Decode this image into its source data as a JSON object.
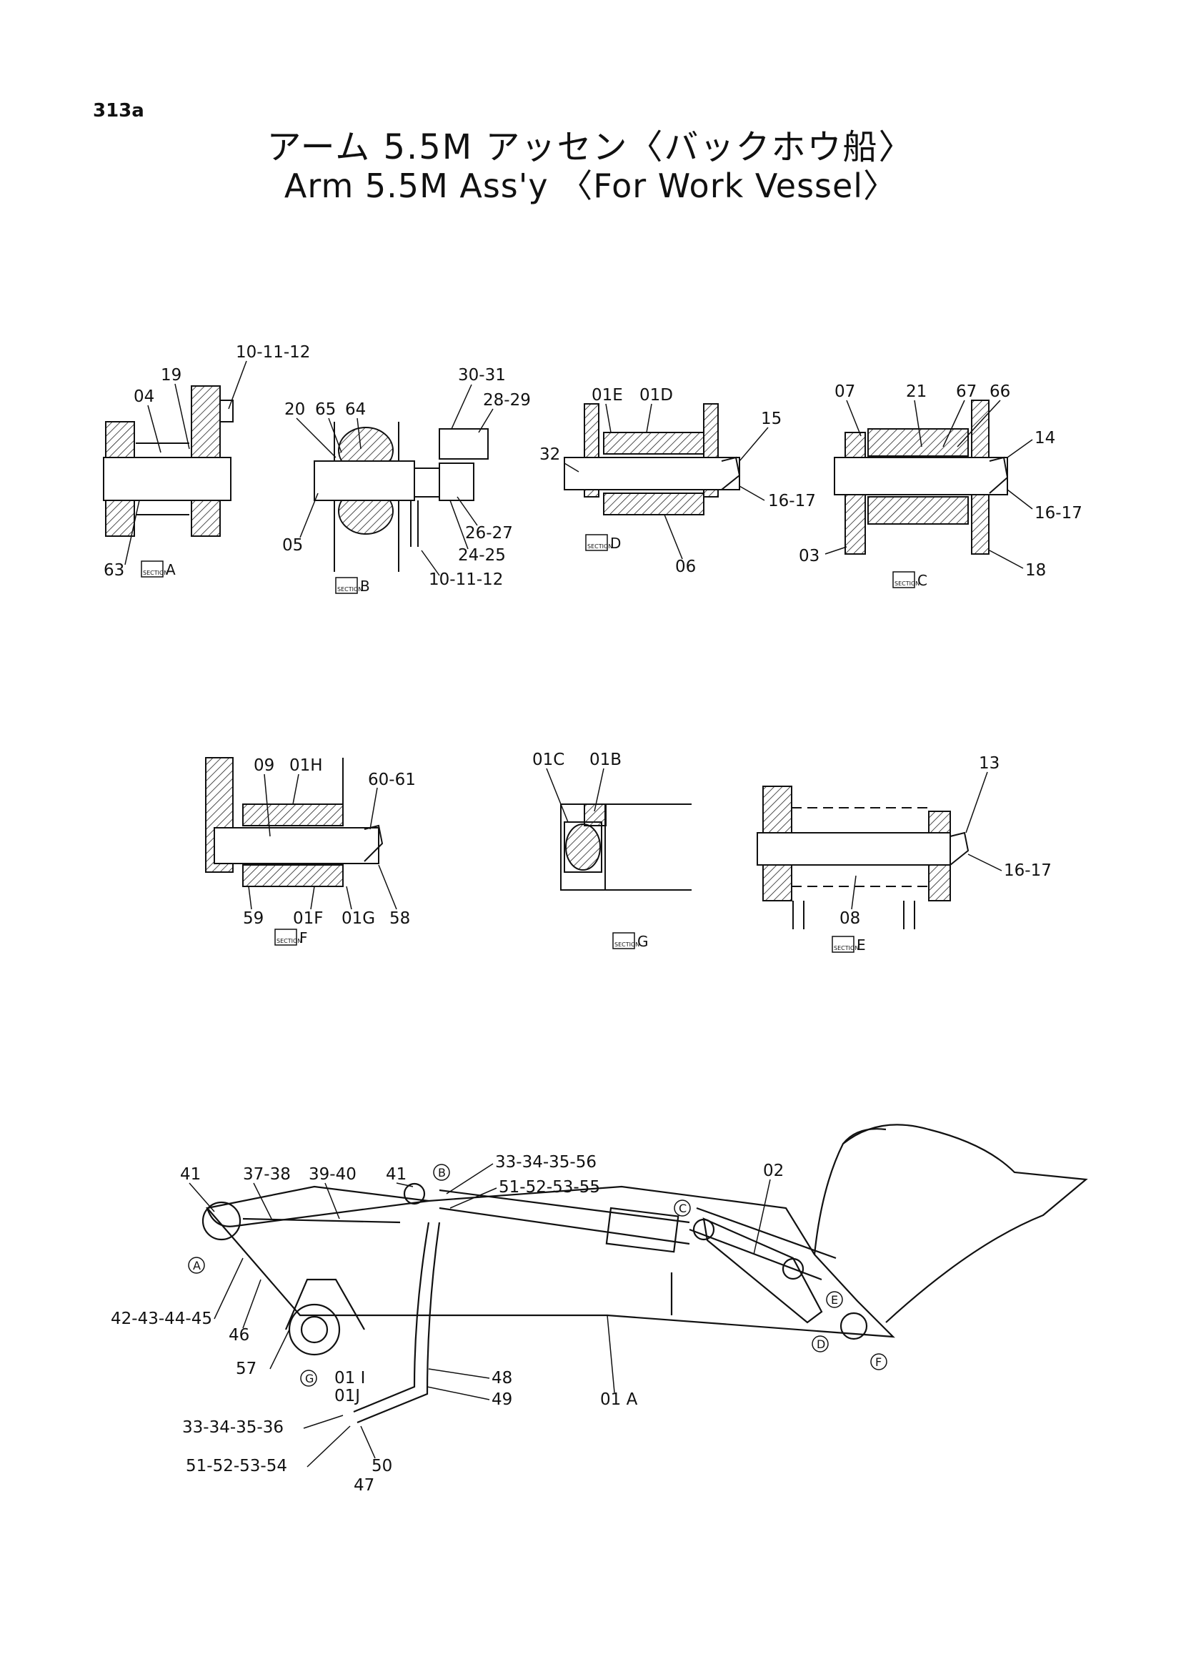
{
  "page_number": "313a",
  "title_jp": "アーム 5.5M アッセン〈バックホウ船〉",
  "title_en": "Arm 5.5M Ass'y 〈For Work Vessel〉",
  "section_word": "SECTION",
  "sections": {
    "A": {
      "letter": "A",
      "labels": [
        "10-11-12",
        "19",
        "04",
        "63"
      ]
    },
    "B": {
      "letter": "B",
      "labels": [
        "20",
        "65",
        "64",
        "30-31",
        "28-29",
        "05",
        "26-27",
        "24-25",
        "10-11-12"
      ]
    },
    "D": {
      "letter": "D",
      "labels": [
        "01E",
        "01D",
        "15",
        "32",
        "16-17",
        "06"
      ]
    },
    "C": {
      "letter": "C",
      "labels": [
        "07",
        "21",
        "67",
        "66",
        "14",
        "16-17",
        "03",
        "18"
      ]
    },
    "F": {
      "letter": "F",
      "labels": [
        "09",
        "01H",
        "60-61",
        "59",
        "01F",
        "01G",
        "58"
      ]
    },
    "G": {
      "letter": "G",
      "labels": [
        "01C",
        "01B"
      ]
    },
    "E": {
      "letter": "E",
      "labels": [
        "13",
        "16-17",
        "08"
      ]
    }
  },
  "main_view": {
    "labels": [
      "41",
      "37-38",
      "39-40",
      "41",
      "33-34-35-56",
      "51-52-53-55",
      "02",
      "42-43-44-45",
      "46",
      "57",
      "01 I",
      "01J",
      "48",
      "49",
      "01 A",
      "33-34-35-36",
      "51-52-53-54",
      "50",
      "47"
    ],
    "markers": [
      "A",
      "B",
      "C",
      "D",
      "E",
      "F",
      "G"
    ]
  }
}
